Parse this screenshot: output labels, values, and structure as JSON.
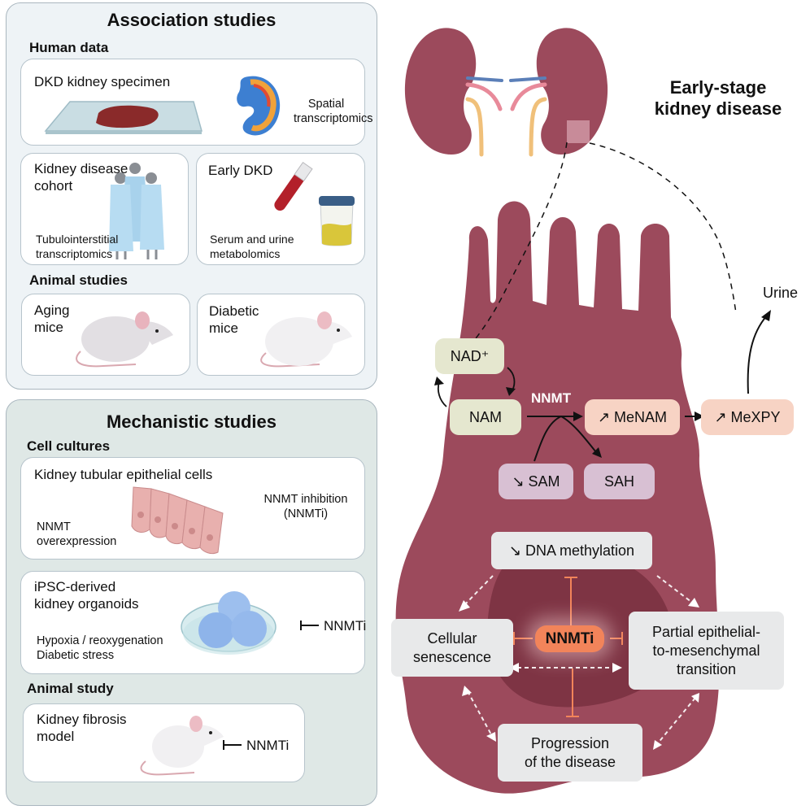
{
  "association": {
    "title": "Association studies",
    "human_data": {
      "heading": "Human data",
      "specimen": {
        "title": "DKD kidney specimen",
        "method": [
          "Spatial",
          "transcriptomics"
        ]
      },
      "cohort": {
        "title": [
          "Kidney disease",
          "cohort"
        ],
        "method": [
          "Tubulointerstitial",
          "transcriptomics"
        ]
      },
      "early_dkd": {
        "title": "Early DKD",
        "method": [
          "Serum and urine",
          "metabolomics"
        ]
      }
    },
    "animal": {
      "heading": "Animal studies",
      "aging": [
        "Aging",
        "mice"
      ],
      "diabetic": [
        "Diabetic",
        "mice"
      ]
    }
  },
  "mechanistic": {
    "title": "Mechanistic studies",
    "cell_cultures": {
      "heading": "Cell cultures",
      "tubular": {
        "title": "Kidney tubular epithelial cells",
        "left": [
          "NNMT",
          "overexpression"
        ],
        "right": [
          "NNMT inhibition",
          "(NNMTi)"
        ]
      },
      "organoids": {
        "title": [
          "iPSC-derived",
          "kidney organoids"
        ],
        "conditions": [
          "Hypoxia / reoxygenation",
          "Diabetic stress"
        ],
        "inhibitor": "NNMTi"
      }
    },
    "animal": {
      "heading": "Animal study",
      "fibrosis": {
        "title": [
          "Kidney fibrosis",
          "model"
        ],
        "inhibitor": "NNMTi"
      }
    }
  },
  "right": {
    "title": [
      "Early-stage",
      "kidney disease"
    ],
    "urine": "Urine",
    "pathway": {
      "nad": "NAD⁺",
      "nam": "NAM",
      "enzyme": "NNMT",
      "menam": "↗ MeNAM",
      "mexpy": "↗ MeXPY",
      "sam": "↘ SAM",
      "sah": "SAH"
    },
    "effects": {
      "dna": "↘ DNA methylation",
      "senescence": [
        "Cellular",
        "senescence"
      ],
      "emt": [
        "Partial epithelial-",
        "to-mesenchymal",
        "transition"
      ],
      "progression": [
        "Progression",
        "of the disease"
      ],
      "inhibitor": "NNMTi"
    },
    "colors": {
      "cell": "#9c4a5c",
      "nucleus": "#7e3444",
      "inhibit": "#f2845a",
      "green_box": "#e5e7cf",
      "peach_box": "#f7d3c4",
      "lilac_box": "#d8c0d3",
      "grey_box": "#e8e9ea"
    }
  }
}
